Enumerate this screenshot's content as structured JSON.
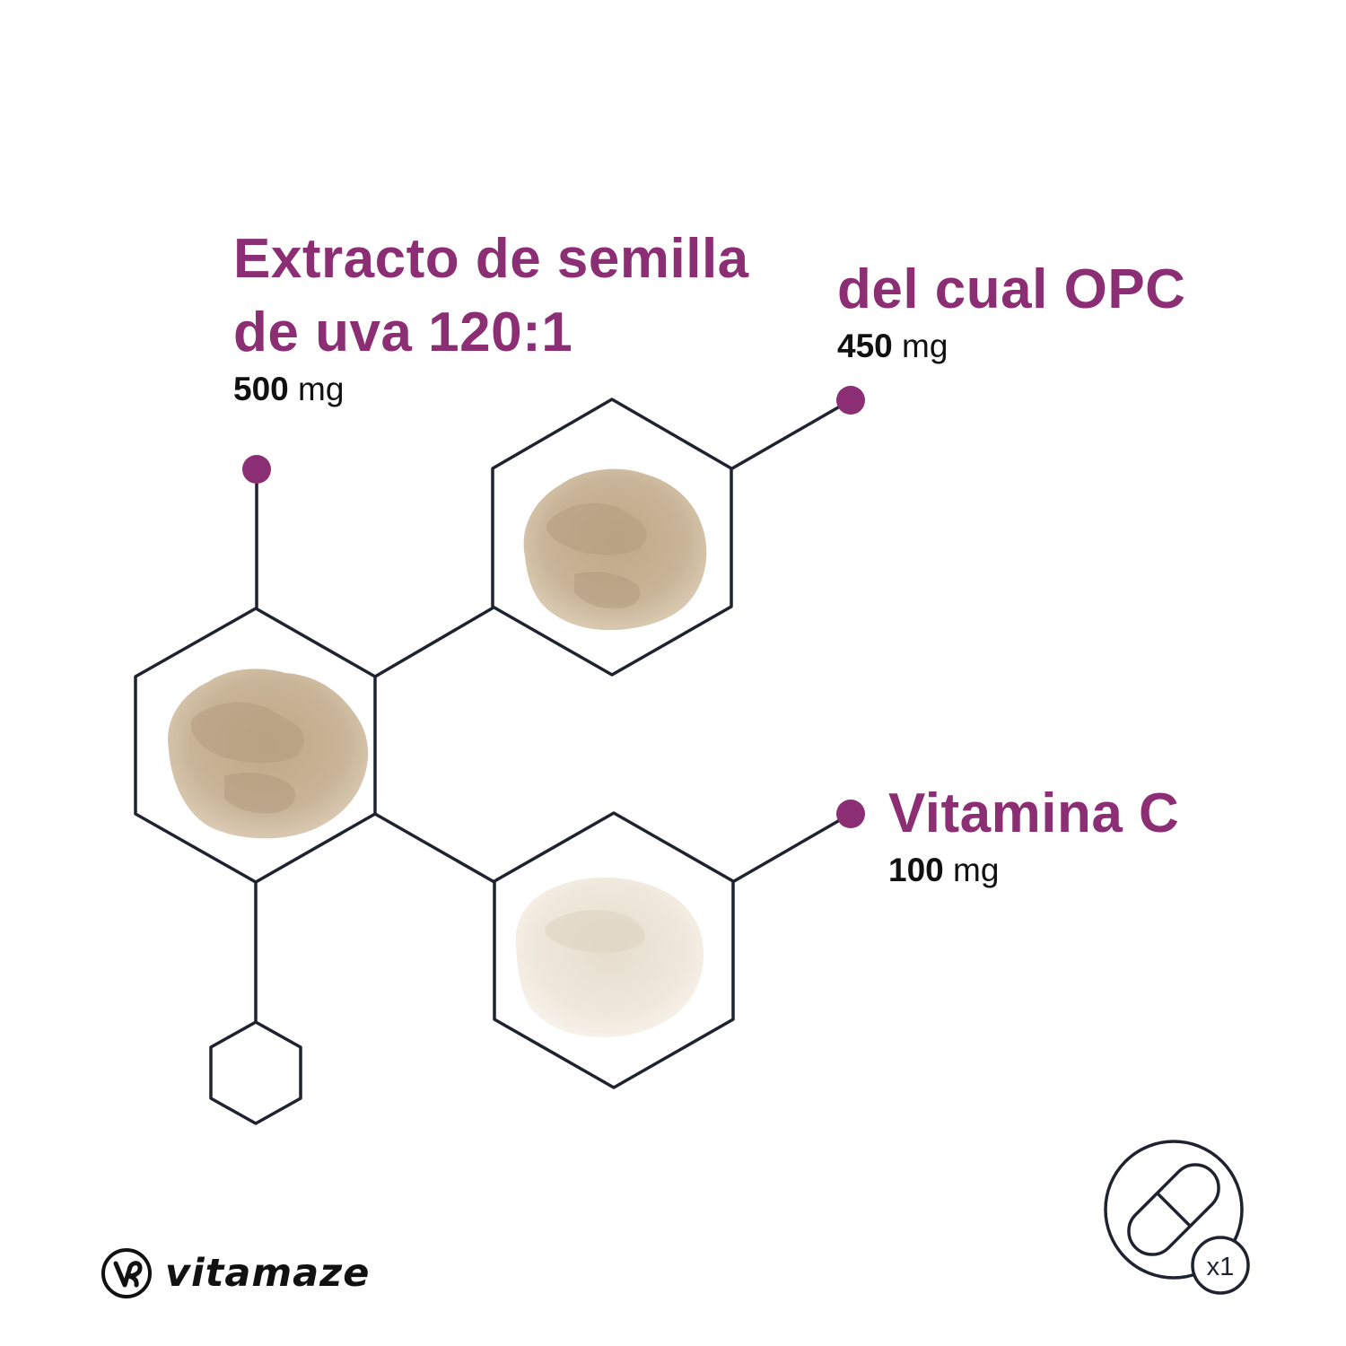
{
  "ingredients": [
    {
      "title_lines": [
        "Extracto de semilla",
        "de uva 120:1"
      ],
      "amount_value": "500",
      "amount_unit": "mg"
    },
    {
      "title_lines": [
        "del cual OPC"
      ],
      "amount_value": "450",
      "amount_unit": "mg"
    },
    {
      "title_lines": [
        "Vitamina C"
      ],
      "amount_value": "100",
      "amount_unit": "mg"
    }
  ],
  "capsule_badge": {
    "count": "x1",
    "icon": "capsule-icon"
  },
  "brand": {
    "name": "vitamaze",
    "icon": "vitamaze-logo-icon"
  },
  "colors": {
    "accent": "#8b2e73",
    "line": "#1f2330",
    "text": "#111111",
    "powder_brown": "#c2ab8b",
    "powder_white": "#ece4d6"
  }
}
